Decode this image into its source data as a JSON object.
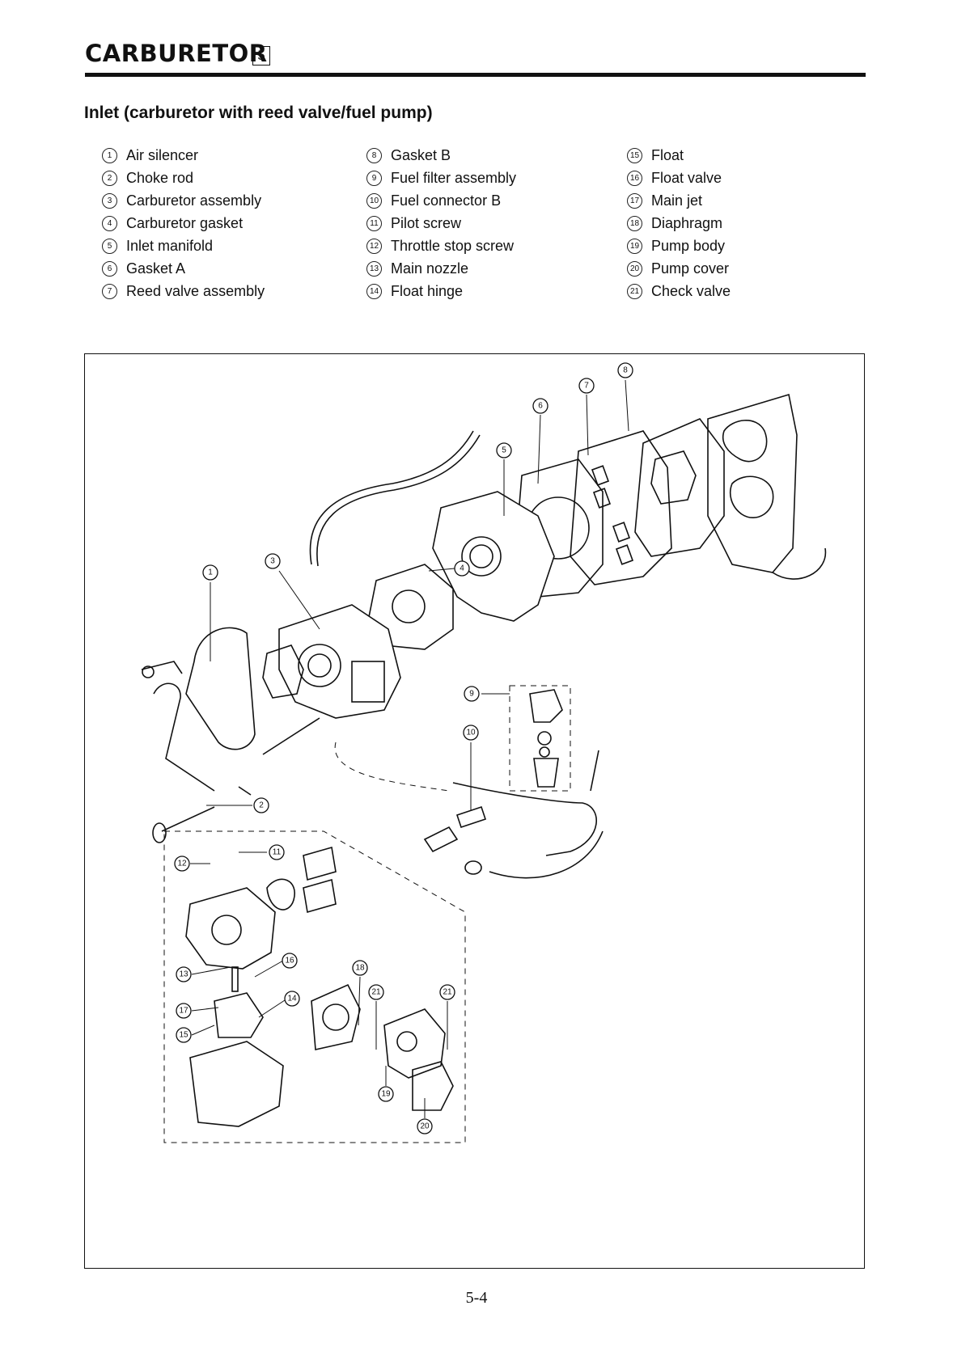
{
  "header": {
    "title": "CARBURETOR",
    "chapter": "5"
  },
  "section": {
    "title": "Inlet (carburetor with reed valve/fuel pump)"
  },
  "legend": {
    "col1": [
      {
        "num": "1",
        "label": "Air silencer"
      },
      {
        "num": "2",
        "label": "Choke rod"
      },
      {
        "num": "3",
        "label": "Carburetor assembly"
      },
      {
        "num": "4",
        "label": "Carburetor gasket"
      },
      {
        "num": "5",
        "label": "Inlet manifold"
      },
      {
        "num": "6",
        "label": "Gasket A"
      },
      {
        "num": "7",
        "label": "Reed valve assembly"
      }
    ],
    "col2": [
      {
        "num": "8",
        "label": "Gasket B"
      },
      {
        "num": "9",
        "label": "Fuel filter assembly"
      },
      {
        "num": "10",
        "label": "Fuel connector B"
      },
      {
        "num": "11",
        "label": "Pilot screw"
      },
      {
        "num": "12",
        "label": "Throttle stop screw"
      },
      {
        "num": "13",
        "label": "Main nozzle"
      },
      {
        "num": "14",
        "label": "Float hinge"
      }
    ],
    "col3": [
      {
        "num": "15",
        "label": "Float"
      },
      {
        "num": "16",
        "label": "Float valve"
      },
      {
        "num": "17",
        "label": "Main jet"
      },
      {
        "num": "18",
        "label": "Diaphragm"
      },
      {
        "num": "19",
        "label": "Pump body"
      },
      {
        "num": "20",
        "label": "Pump cover"
      },
      {
        "num": "21",
        "label": "Check valve"
      }
    ]
  },
  "diagram": {
    "c1": "1",
    "c2": "2",
    "c3": "3",
    "c4": "4",
    "c5": "5",
    "c6": "6",
    "c7": "7",
    "c8": "8",
    "c9": "9",
    "c10": "10",
    "c11": "11",
    "c12": "12",
    "c13": "13",
    "c14": "14",
    "c15": "15",
    "c16": "16",
    "c17": "17",
    "c18": "18",
    "c19": "19",
    "c20": "20",
    "c21a": "21",
    "c21b": "21"
  },
  "footer": {
    "page": "5-4"
  }
}
